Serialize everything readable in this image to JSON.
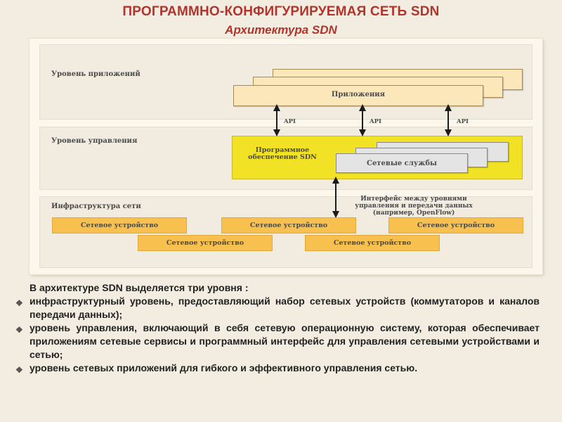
{
  "title": "ПРОГРАММНО-КОНФИГУРИРУЕМАЯ СЕТЬ SDN",
  "subtitle": "Архитектура SDN",
  "diagram": {
    "app_layer_label": "Уровень приложений",
    "applications_label": "Приложения",
    "api_label": "API",
    "control_layer_label": "Уровень управления",
    "software_label": "Программное обеспечение SDN",
    "services_label": "Сетевые службы",
    "infra_layer_label": "Инфраструктура сети",
    "interface_label": "Интерфейс между уровнями управления и передачи данных (например, OpenFlow)",
    "device_label": "Сетевое устройство",
    "colors": {
      "control_plane": "#f2e226",
      "device": "#f8c04e",
      "application": "#fbe7b9"
    }
  },
  "text": {
    "intro": "В архитектуре SDN выделяется три уровня :",
    "bullets": [
      "инфраструктурный уровень, предоставляющий набор сетевых устройств (коммутаторов и каналов передачи данных);",
      "уровень управления, включающий в себя сетевую операционную систему, которая обеспечивает приложениям сетевые сервисы и программный интерфейс для управления сетевыми устройствами и сетью;",
      "уровень сетевых приложений для гибкого и эффективного управления сетью."
    ],
    "bullet_icon": "diamond-bullet-icon"
  }
}
